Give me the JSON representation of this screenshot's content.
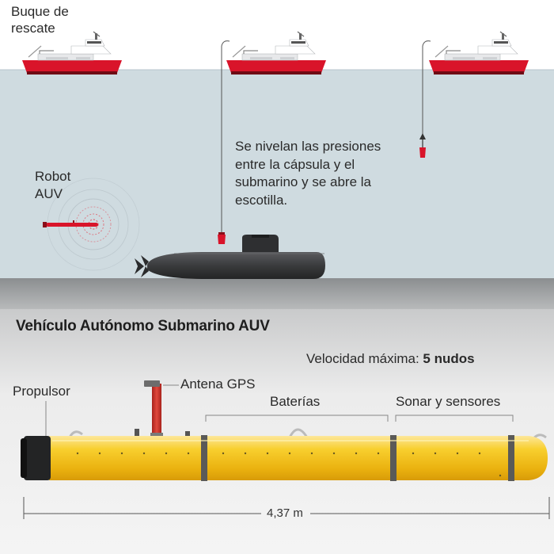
{
  "scene": {
    "ship_label": "Buque de rescate",
    "auv_label": "Robot AUV",
    "pressure_note": "Se nivelan las presiones entre la cápsula y el submarino y se abre la escotilla."
  },
  "vehicle": {
    "title": "Vehículo Autónomo  Submarino AUV",
    "speed_label": "Velocidad máxima:",
    "speed_value": "5 nudos",
    "parts": {
      "propulsor": "Propulsor",
      "antena": "Antena GPS",
      "baterias": "Baterías",
      "sonar": "Sonar y sensores"
    },
    "length": "4,37 m"
  },
  "colors": {
    "sea": "#cfdbe0",
    "seabed": "#909394",
    "lower_panel": "#ececec",
    "ship_red": "#d9142a",
    "hull_yellow": "#f3c21a",
    "sub_dark": "#3a3b3d"
  }
}
